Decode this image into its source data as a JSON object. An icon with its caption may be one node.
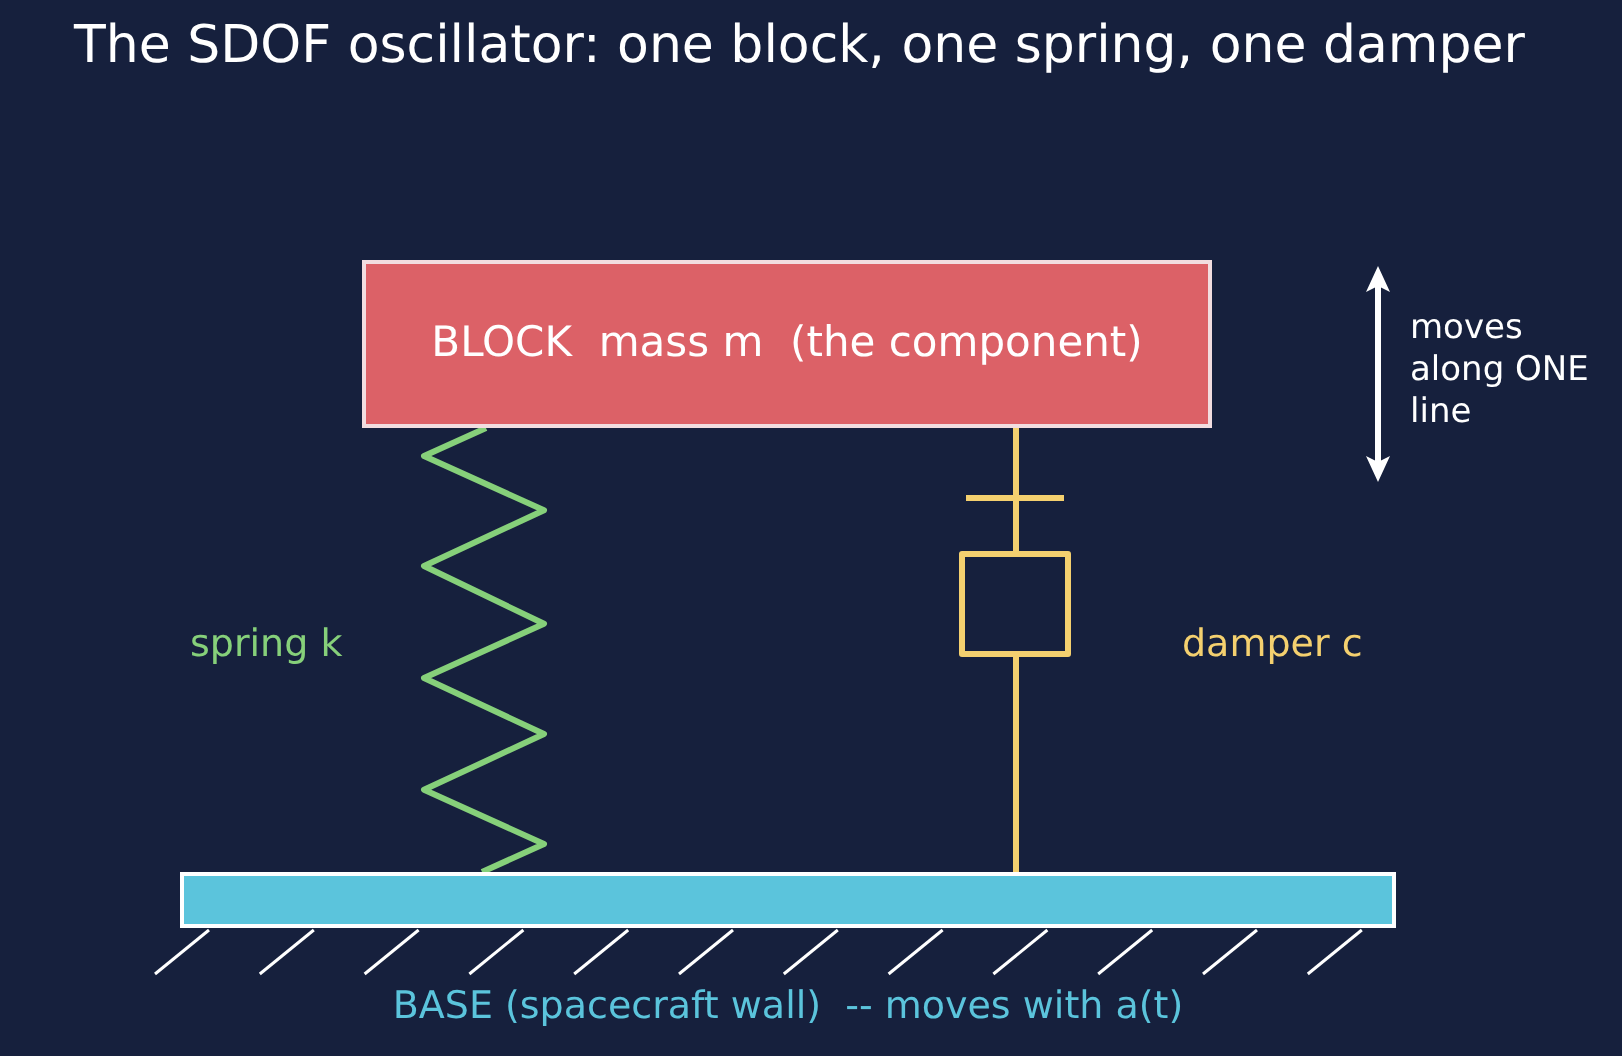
{
  "diagram": {
    "title": "The SDOF oscillator: one block, one spring, one damper",
    "nodes": [
      {
        "text": [
          "BLOCK  mass m  (the component)"
        ]
      },
      {
        "text": [
          "BASE (spacecraft wall)  -- moves with a(t)"
        ]
      }
    ],
    "edges": [
      {
        "from": 0,
        "to": 1,
        "arrow": "none",
        "label": "spring k",
        "color": "#86d07a"
      },
      {
        "from": 0,
        "to": 1,
        "arrow": "none",
        "label": "damper c",
        "color": "#f4d06f"
      }
    ],
    "labels": [
      "moves along ONE line"
    ]
  }
}
